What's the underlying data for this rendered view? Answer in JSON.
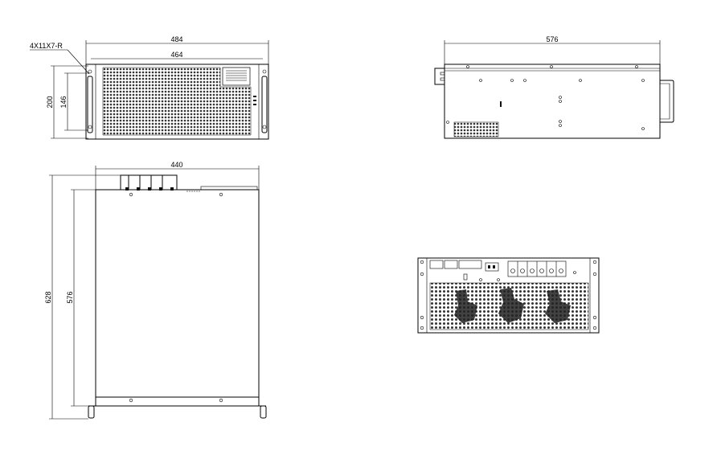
{
  "front_view": {
    "dim_overall_width": "484",
    "dim_inner_width": "464",
    "dim_hole_callout": "4X11X7-R",
    "dim_height": "200",
    "dim_hole_spacing": "146"
  },
  "side_view": {
    "dim_depth": "576"
  },
  "top_view": {
    "dim_width": "440",
    "dim_overall_depth": "628",
    "dim_depth": "576"
  },
  "rear_view": {}
}
